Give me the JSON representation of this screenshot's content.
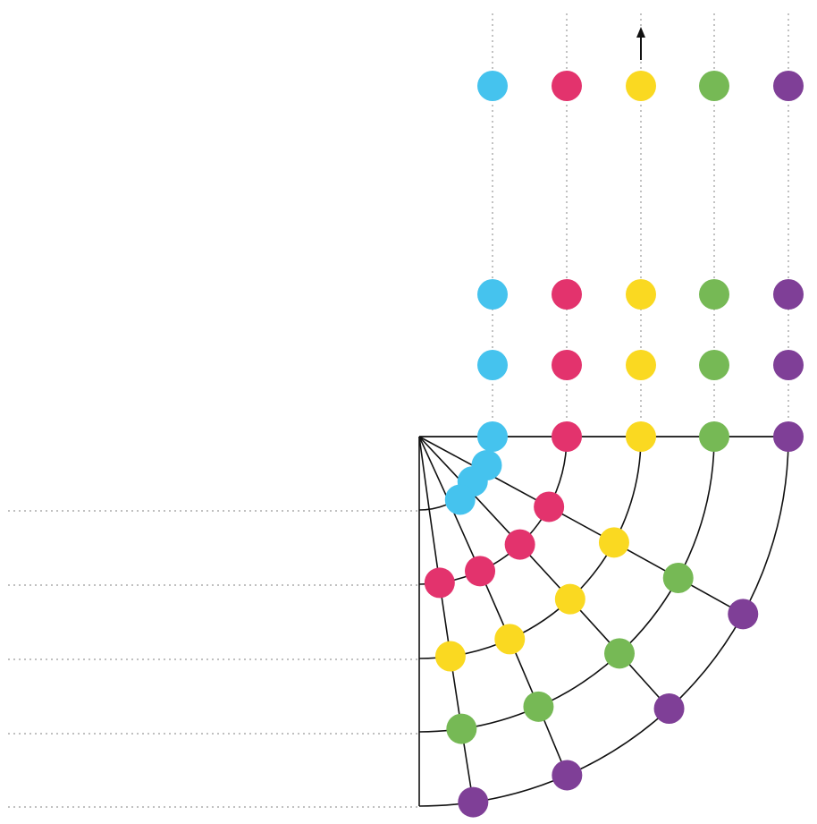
{
  "diagram": {
    "palette": {
      "cyan": "#45c3ee",
      "pink": "#e3336d",
      "yellow": "#fad921",
      "green": "#76b955",
      "purple": "#7f3f97",
      "line": "#111111",
      "guide": "#9a9a9a",
      "background": "#ffffff"
    },
    "series_order": [
      "cyan",
      "pink",
      "yellow",
      "green",
      "purple"
    ],
    "ring_count": 5,
    "ray_count": 5,
    "projected_rows": 3,
    "top_arrow_direction": "up",
    "icons": {
      "arrow": "arrow-up-icon"
    }
  }
}
